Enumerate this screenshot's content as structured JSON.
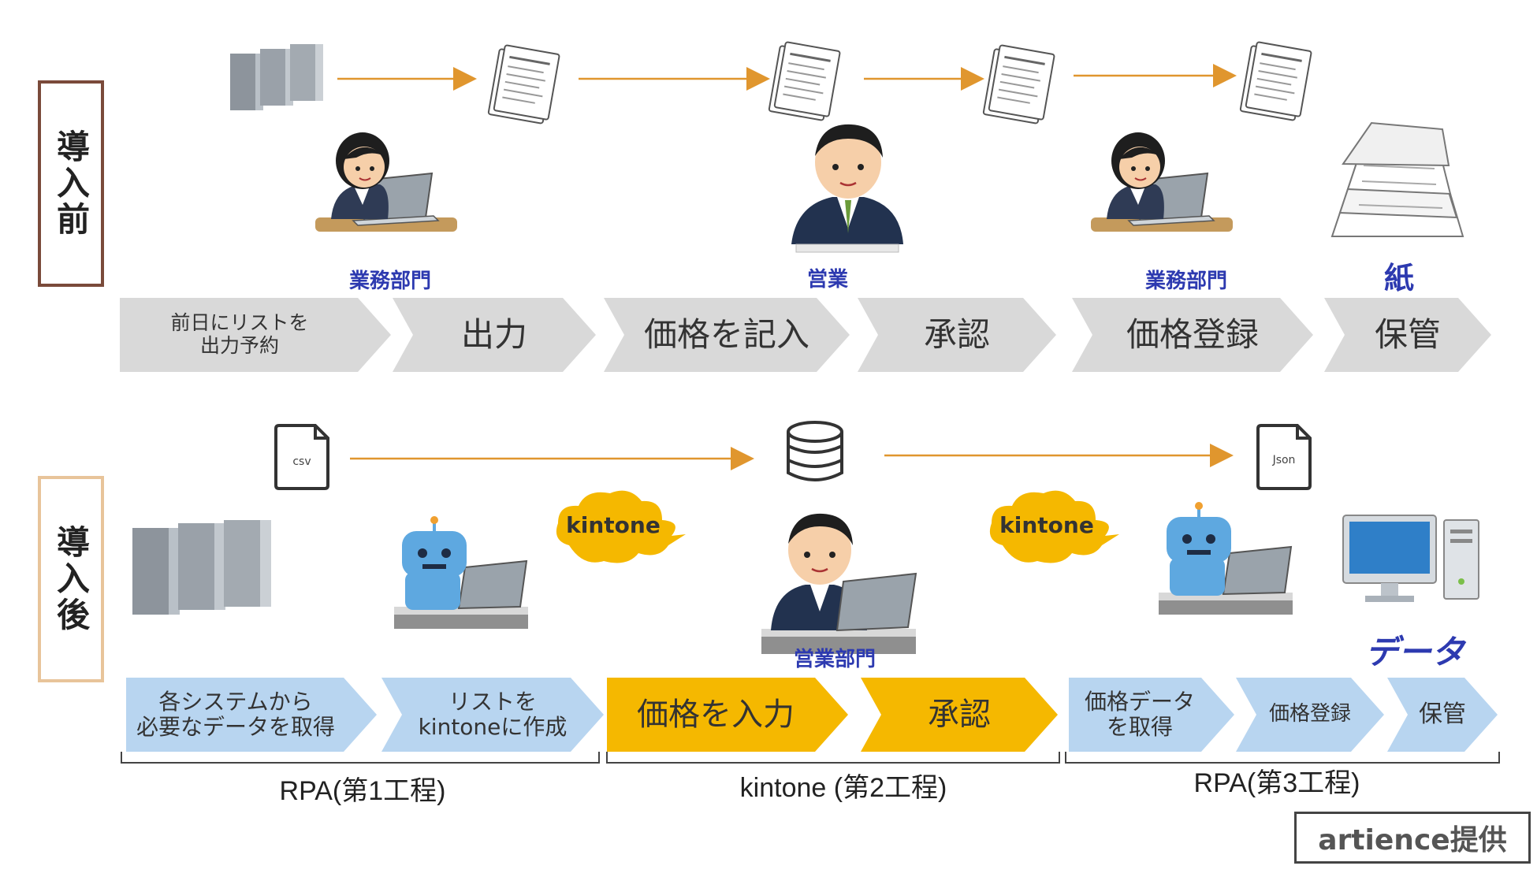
{
  "rows": {
    "before": {
      "label": "導入前",
      "roles": [
        "業務部門",
        "営業",
        "業務部門",
        "紙"
      ],
      "steps": [
        "前日にリストを\n出力予約",
        "出力",
        "価格を記入",
        "承認",
        "価格登録",
        "保管"
      ]
    },
    "after": {
      "label": "導入後",
      "roles": [
        "営業部門",
        "データ"
      ],
      "cloud_labels": [
        "kintone",
        "kintone"
      ],
      "file_labels": [
        "csv",
        "Json"
      ],
      "steps": [
        "各システムから\n必要なデータを取得",
        "リストを\nkintoneに作成",
        "価格を入力",
        "承認",
        "価格データ\nを取得",
        "価格登録",
        "保管"
      ],
      "groups": [
        "RPA(第1工程)",
        "kintone (第2工程)",
        "RPA(第3工程)"
      ]
    }
  },
  "credit": "artience提供",
  "colors": {
    "arrow": "#e0962e",
    "step_before": "#d9d9d9",
    "step_rpa": "#b8d5f0",
    "step_kintone": "#f5b800",
    "role_text": "#2d3ab0",
    "box_before": "#7a4a3a",
    "box_after": "#e8c49a"
  },
  "icons": [
    "server-icon",
    "document-icon",
    "woman-at-laptop-icon",
    "businessman-icon",
    "paper-pile-icon",
    "csv-file-icon",
    "database-icon",
    "json-file-icon",
    "robot-at-laptop-icon",
    "cloud-icon",
    "desktop-computer-icon"
  ]
}
